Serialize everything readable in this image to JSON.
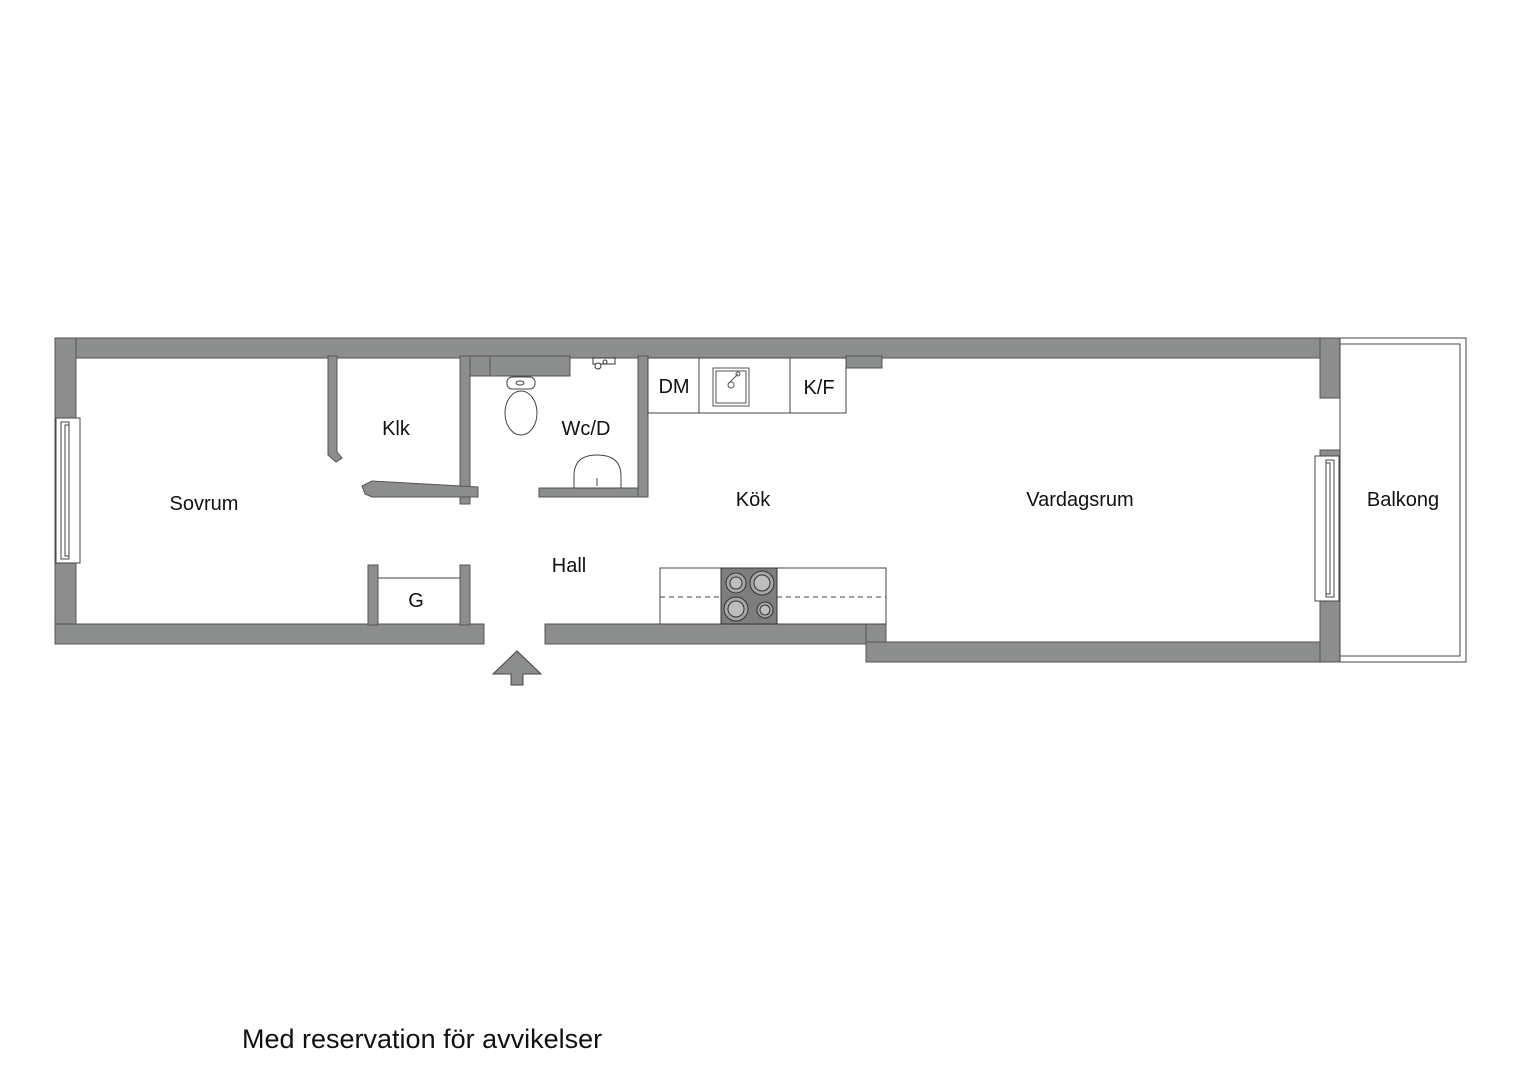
{
  "colors": {
    "wall": "#8c8e8d",
    "outline": "#555555",
    "fixture_stroke": "#333333",
    "hob": "#7d7f7e",
    "background": "#ffffff"
  },
  "rooms": {
    "sovrum": "Sovrum",
    "klk": "Klk",
    "wc_d": "Wc/D",
    "kok": "Kök",
    "vardagsrum": "Vardagsrum",
    "balkong": "Balkong",
    "hall": "Hall",
    "g": "G"
  },
  "fixtures": {
    "dm": "DM",
    "kf": "K/F"
  },
  "icons": [
    "toilet-icon",
    "washbasin-icon",
    "sink-icon",
    "hob-icon",
    "entrance-arrow-icon",
    "window-icon",
    "faucet-icon"
  ],
  "footer": {
    "disclaimer": "Med reservation för avvikelser"
  }
}
